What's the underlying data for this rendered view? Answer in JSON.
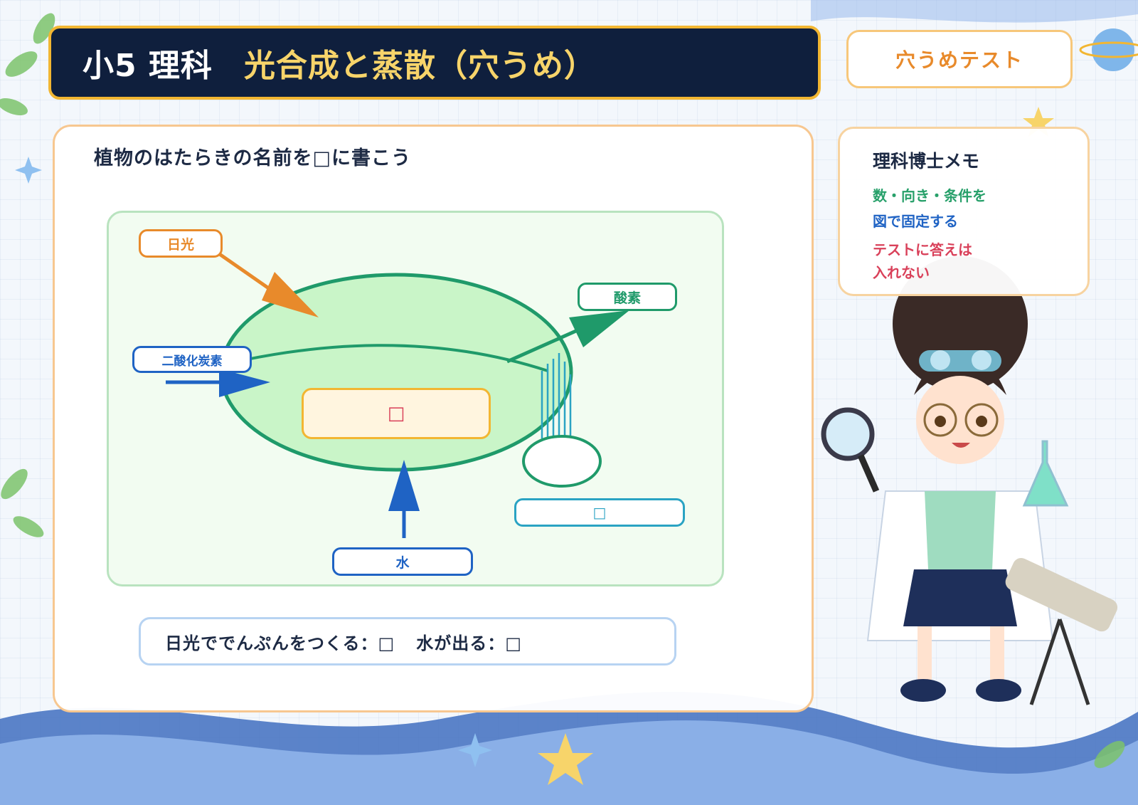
{
  "header": {
    "subject": "小5 理科",
    "topic": "光合成と蒸散（穴うめ）"
  },
  "badge": {
    "label": "穴うめテスト"
  },
  "memo": {
    "title": "理科博士メモ",
    "line1": "数・向き・条件を",
    "line2": "図で固定する",
    "line3": "テストに答えは",
    "line4": "入れない"
  },
  "main": {
    "instruction": "植物のはたらきの名前を□に書こう",
    "diagram": {
      "labels": {
        "sunlight": "日光",
        "oxygen": "酸素",
        "carbon_dioxide": "二酸化炭素",
        "water": "水",
        "transpiration_blank": "□",
        "center_blank": "□"
      }
    },
    "answer": {
      "part1": "日光ででんぷんをつくる：□",
      "part2": "水が出る：□"
    }
  },
  "colors": {
    "navy": "#0f1f3d",
    "gold": "#f2b632",
    "orange": "#e88a2b",
    "green": "#1f9a6a",
    "blue": "#1f63c4",
    "teal": "#2aa3c3",
    "red": "#d9415a"
  },
  "icons": [
    "star-icon",
    "sparkle-icon",
    "leaf-icon",
    "planet-icon",
    "scientist-character"
  ]
}
